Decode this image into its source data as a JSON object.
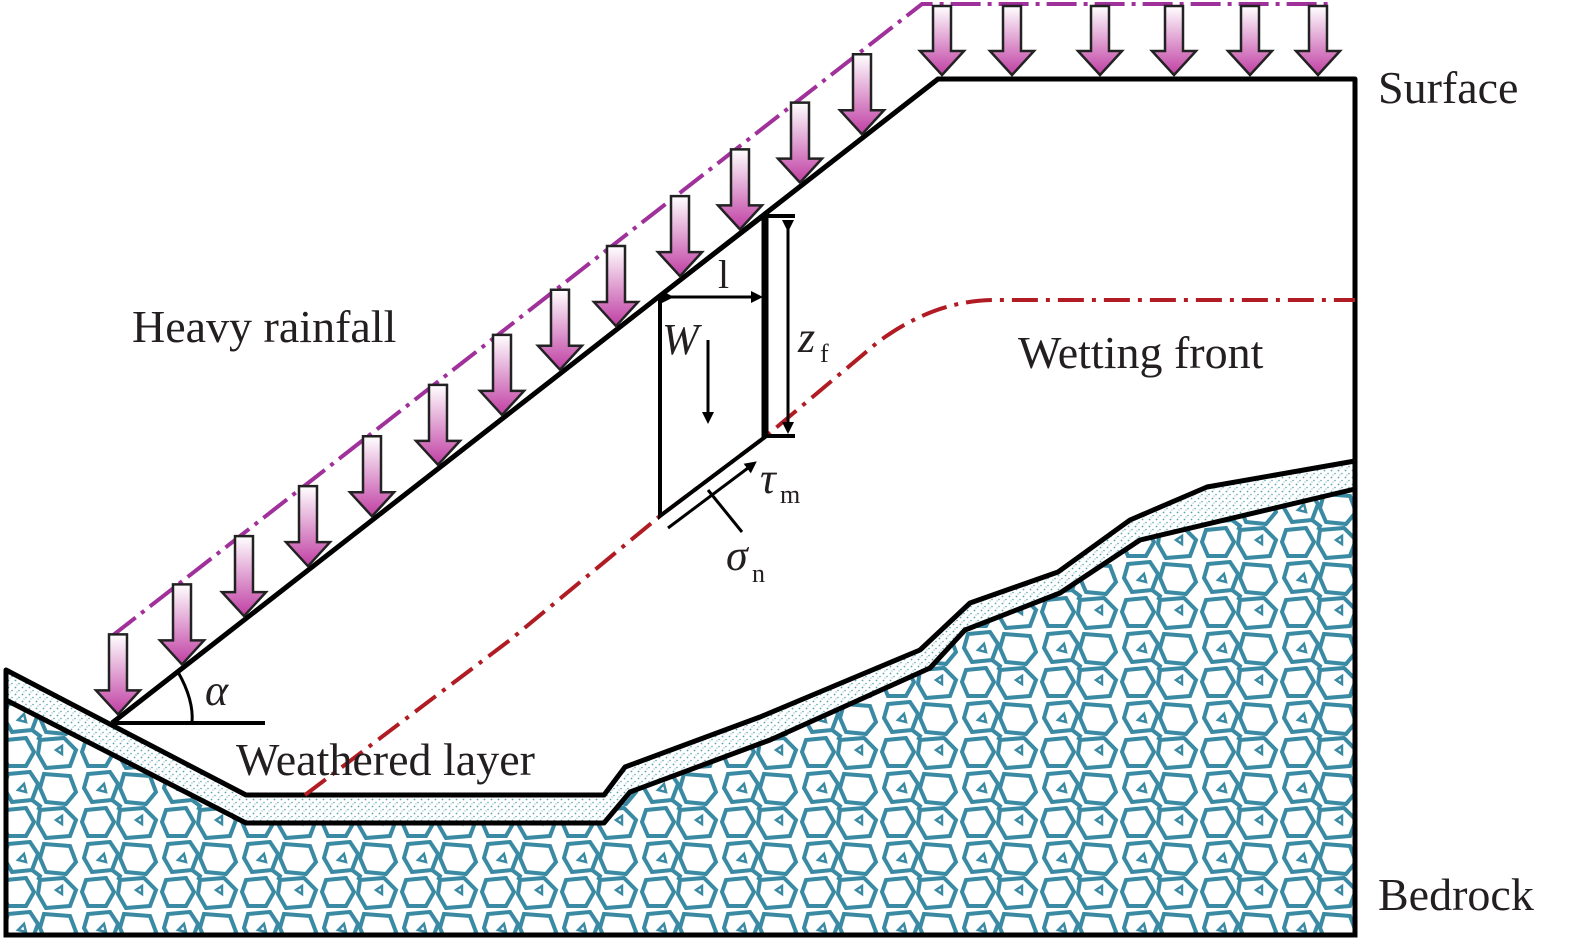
{
  "labels": {
    "surface": "Surface",
    "heavy_rainfall": "Heavy rainfall",
    "wetting_front": "Wetting front",
    "weathered_layer": "Weathered layer",
    "bedrock": "Bedrock"
  },
  "symbols": {
    "weight": "W",
    "length": "l",
    "depth_main": "z",
    "depth_sub": "f",
    "shear_main": "τ",
    "shear_sub": "m",
    "normal_main": "σ",
    "normal_sub": "n",
    "angle": "α"
  },
  "colors": {
    "bedrock_cell": "#3a8aa3",
    "weathered_dots": "#5aa6b0",
    "rain_arrow_top": "#ffffff",
    "rain_arrow_bottom": "#c03ea3",
    "rain_envelope": "#a0309a",
    "wetting_front": "#b11c24",
    "outline": "#000000"
  }
}
